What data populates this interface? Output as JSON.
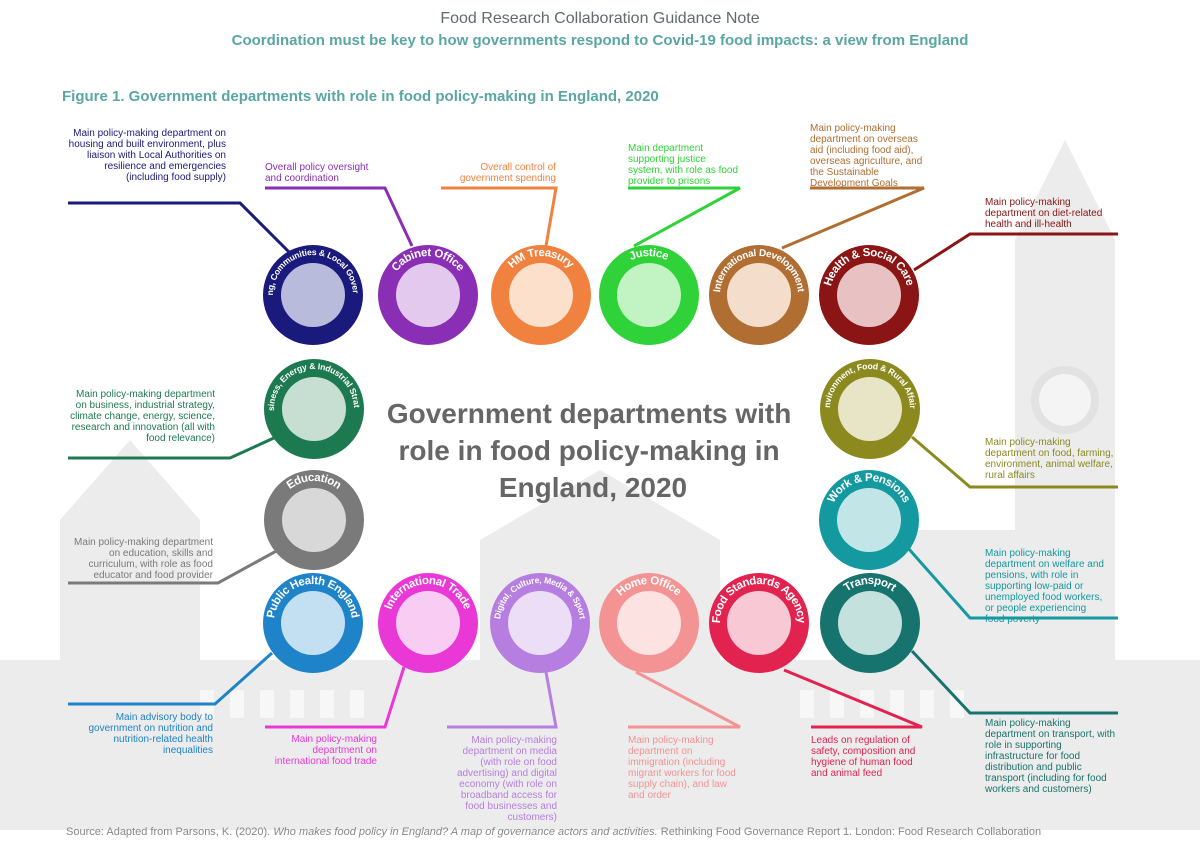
{
  "header": {
    "line1": "Food Research Collaboration Guidance Note",
    "line2": "Coordination must be key to how governments respond to Covid-19 food impacts: a view from England"
  },
  "figure_title": "Figure 1. Government departments with role in food policy-making in England, 2020",
  "center_title": [
    "Government departments with",
    "role in food policy-making in",
    "England, 2020"
  ],
  "source": {
    "prefix": "Source: Adapted from Parsons, K. (2020). ",
    "title": "Who makes food policy in England? A map of governance actors and activities.",
    "suffix": " Rethinking Food Governance Report 1. London: Food Research Collaboration"
  },
  "departments": [
    {
      "id": "hclg",
      "name": "Housing, Communities & Local Government",
      "color": "#1a1a7c",
      "inner": "#b9bbdd",
      "desc": "Main policy-making department on housing and built environment, plus liaison with Local Authorities on resilience and emergencies (including food supply)"
    },
    {
      "id": "cabinet",
      "name": "Cabinet Office",
      "color": "#8a2fb5",
      "inner": "#e3c9ee",
      "desc": "Overall policy oversight and coordination"
    },
    {
      "id": "treasury",
      "name": "HM Treasury",
      "color": "#f0813f",
      "inner": "#fde0cc",
      "desc": "Overall control of government spending"
    },
    {
      "id": "justice",
      "name": "Justice",
      "color": "#2fd238",
      "inner": "#c1f4c2",
      "desc": "Main department supporting justice system, with role as food provider to prisons"
    },
    {
      "id": "intdev",
      "name": "International Development",
      "color": "#b06e33",
      "inner": "#f4ddca",
      "desc": "Main policy-making department on overseas aid (including food aid), overseas agriculture, and the Sustainable Development Goals"
    },
    {
      "id": "health",
      "name": "Health & Social Care",
      "color": "#8b1414",
      "inner": "#e8c1c2",
      "desc": "Main policy-making department on diet-related health and ill-health"
    },
    {
      "id": "beis",
      "name": "Business, Energy & Industrial Strategy",
      "color": "#1d7a50",
      "inner": "#c6dfd2",
      "desc": "Main policy-making department on business, industrial strategy, climate change, energy, science, research and innovation (all with food relevance)"
    },
    {
      "id": "defra",
      "name": "Environment, Food & Rural Affairs",
      "color": "#8c8a1f",
      "inner": "#e7e5c6",
      "desc": "Main policy-making department on food, farming, environment, animal welfare, rural affairs"
    },
    {
      "id": "education",
      "name": "Education",
      "color": "#7a7a7a",
      "inner": "#d8d8d8",
      "desc": "Main policy-making department on education, skills and curriculum, with role as food educator and food provider"
    },
    {
      "id": "dwp",
      "name": "Work & Pensions",
      "color": "#13999f",
      "inner": "#c2e6e7",
      "desc": "Main policy-making department on welfare and pensions, with role in supporting low-paid or unemployed food workers, or people experiencing food poverty"
    },
    {
      "id": "phe",
      "name": "Public Health England",
      "color": "#1e83c8",
      "inner": "#c3e0f2",
      "desc": "Main advisory body to government on nutrition and nutrition-related health inequalities"
    },
    {
      "id": "inttrade",
      "name": "International Trade",
      "color": "#ea38d6",
      "inner": "#f9cdf3",
      "desc": "Main policy-making department on international food trade"
    },
    {
      "id": "dcms",
      "name": "Digital, Culture, Media & Sport",
      "color": "#b67ee0",
      "inner": "#ecdef7",
      "desc": "Main policy-making department on media (with role on food advertising) and digital economy (with role on broadband access for food businesses and customers)"
    },
    {
      "id": "home",
      "name": "Home Office",
      "color": "#f49393",
      "inner": "#fde2e2",
      "desc": "Main policy-making department on immigration (including migrant workers for food supply chain), and law and order"
    },
    {
      "id": "fsa",
      "name": "Food Standards Agency",
      "color": "#e3234f",
      "inner": "#f8c9d4",
      "desc": "Leads on regulation of safety, composition and hygiene of human food and animal feed"
    },
    {
      "id": "transport",
      "name": "Transport",
      "color": "#17736d",
      "inner": "#c5e1de",
      "desc": "Main policy-making department on transport, with role in supporting infrastructure for food distribution and public transport (including for food workers and customers)"
    }
  ],
  "colors": {
    "header_text": "#5f6b6d",
    "accent_teal": "#5aa6a3",
    "center_text": "#666666",
    "background_illustration": "#ececec"
  }
}
